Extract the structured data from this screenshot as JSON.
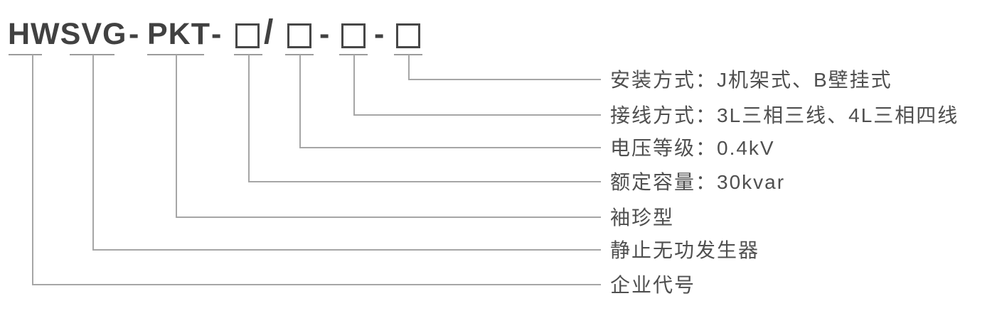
{
  "title": {
    "brand": "HWSVG",
    "dash": "-",
    "series": "PKT",
    "slash": "/"
  },
  "labels": [
    {
      "text": "安装方式：J机架式、B壁挂式"
    },
    {
      "text": "接线方式：3L三相三线、4L三相四线"
    },
    {
      "text": "电压等级：0.4kV"
    },
    {
      "text": "额定容量：30kvar"
    },
    {
      "text": "袖珍型"
    },
    {
      "text": "静止无功发生器"
    },
    {
      "text": "企业代号"
    }
  ],
  "colors": {
    "code_text": "#414141",
    "box_border": "#474747",
    "label_text": "#4f4f4f",
    "connector_line": "#a6a6a6",
    "underline": "#9b9b9b",
    "background": "#ffffff"
  }
}
